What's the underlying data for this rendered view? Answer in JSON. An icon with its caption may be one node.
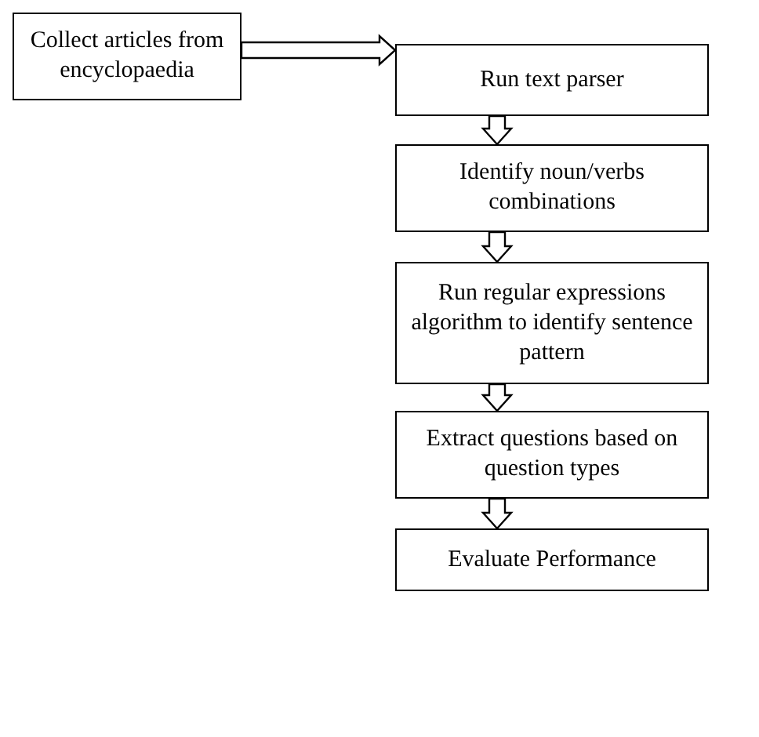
{
  "diagram": {
    "nodes": [
      {
        "text": [
          "Collect articles from encyclopaedia"
        ]
      },
      {
        "text": [
          "Run text parser"
        ]
      },
      {
        "text": [
          "Identify noun/verbs combinations"
        ]
      },
      {
        "text": [
          "Run regular expressions algorithm to identify sentence pattern"
        ]
      },
      {
        "text": [
          "Extract questions based on question types"
        ]
      },
      {
        "text": [
          "Evaluate Performance"
        ]
      }
    ],
    "edges": [
      {
        "from": 0,
        "to": 1,
        "arrow": "to"
      },
      {
        "from": 1,
        "to": 2,
        "arrow": "to"
      },
      {
        "from": 2,
        "to": 3,
        "arrow": "to"
      },
      {
        "from": 3,
        "to": 4,
        "arrow": "to"
      },
      {
        "from": 4,
        "to": 5,
        "arrow": "to"
      }
    ]
  }
}
